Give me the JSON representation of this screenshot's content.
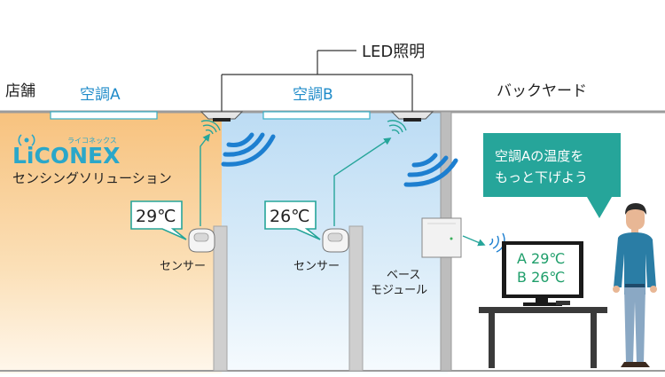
{
  "labels": {
    "lighting": "LED照明",
    "store": "店舗",
    "backyard": "バックヤード",
    "aircon_a": "空調A",
    "aircon_b": "空調B",
    "sensor_1": "センサー",
    "sensor_2": "センサー",
    "base_line1": "ベース",
    "base_line2": "モジュール"
  },
  "brand": {
    "logo": "LiCONEX",
    "logo_kana": "ライコネックス",
    "tagline": "センシングソリューション"
  },
  "readings": {
    "sensor_a": "29℃",
    "sensor_b": "26℃",
    "monitor_a": "A 29℃",
    "monitor_b": "B 26℃"
  },
  "speech": {
    "line1": "空調Aの温度を",
    "line2": "もっと下げよう"
  },
  "colors": {
    "zone_a_warm": "#f8c98a",
    "zone_b_cool": "#cfe6f7",
    "accent_teal": "#26a59a",
    "signal_blue": "#1d7fd0",
    "monitor_green": "#1e9e6a"
  }
}
